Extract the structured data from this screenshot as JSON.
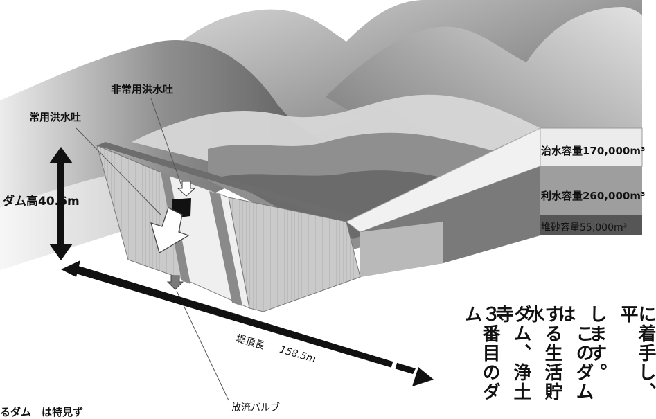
{
  "labels": {
    "emergency_spillway": "非常用洪水吐",
    "service_spillway": "常用洪水吐",
    "dam_height": "ダム高40.6m",
    "flood_control_capacity": "治水容量170,000m³",
    "water_use_capacity": "利水容量260,000m³",
    "sediment_capacity": "堆砂容量55,000m³",
    "crest_length_label": "堤頂長",
    "crest_length_value": "158.5m",
    "discharge_valve": "放流バルブ"
  },
  "vertical_text": {
    "col1": "に着手し、平",
    "col2": "します。",
    "col3": "　このダムは",
    "col4": "する生活貯水",
    "col5": "ダム、浄土寺",
    "col6": "３番目のダム"
  },
  "bottom_partial_text": "るダム　は特見ず",
  "colors": {
    "mountain_light": "#cfcfcf",
    "mountain_mid": "#9a9a9a",
    "mountain_dark": "#5e5e5e",
    "flood_layer": "#e9e9e9",
    "water_layer": "#9e9e9e",
    "sediment_layer": "#565656",
    "dam_face": "#c8c8c8",
    "arrow": "#111111"
  }
}
